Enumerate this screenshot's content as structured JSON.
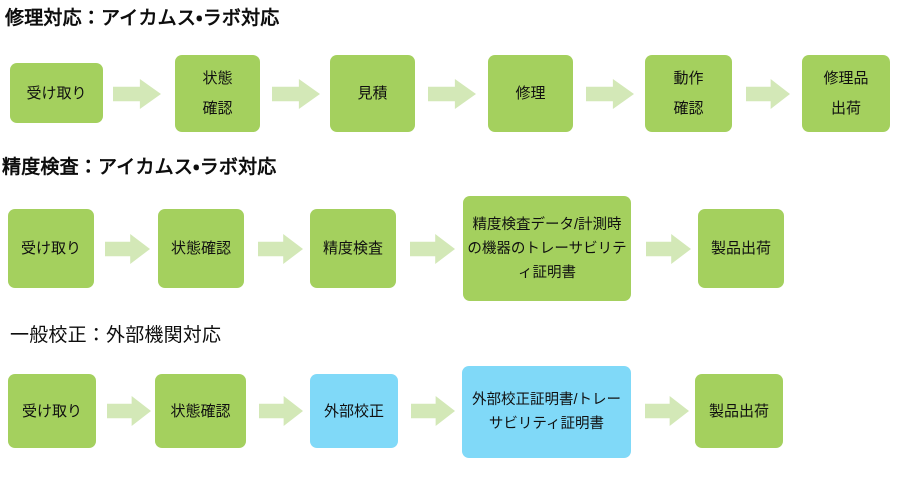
{
  "diagram": {
    "type": "process-flow",
    "colors": {
      "green_node": "#a4d05e",
      "blue_node": "#80d9f8",
      "arrow": "#d3e8b7",
      "text": "#101010",
      "background": "#ffffff"
    },
    "sections": [
      {
        "id": "repair",
        "title_head": "修理対応",
        "title_sep": "：",
        "title_tail": "アイカムス・ラボ対応",
        "title_full": "修理対応：アイカムス・ラボ対応",
        "steps": [
          {
            "label": "受け取り",
            "color": "green"
          },
          {
            "label": "状態\n確認",
            "color": "green"
          },
          {
            "label": "見積",
            "color": "green"
          },
          {
            "label": "修理",
            "color": "green"
          },
          {
            "label": "動作\n確認",
            "color": "green"
          },
          {
            "label": "修理品\n出荷",
            "color": "green"
          }
        ],
        "arrow_count": 5
      },
      {
        "id": "precision-inspection",
        "title_head": "精度検査",
        "title_sep": "：",
        "title_tail": "アイカムス・ラボ対応",
        "title_full": "精度検査：アイカムス・ラボ対応",
        "steps": [
          {
            "label": "受け取り",
            "color": "green"
          },
          {
            "label": "状態確認",
            "color": "green"
          },
          {
            "label": "精度検査",
            "color": "green"
          },
          {
            "label": "精度検査データ/計測時の機器のトレーサビリティ証明書",
            "color": "green"
          },
          {
            "label": "製品出荷",
            "color": "green"
          }
        ],
        "arrow_count": 4
      },
      {
        "id": "general-calibration",
        "title_head": "一般校正",
        "title_sep": "：",
        "title_tail": "外部機関対応",
        "title_full": "一般校正：外部機関対応",
        "steps": [
          {
            "label": "受け取り",
            "color": "green"
          },
          {
            "label": "状態確認",
            "color": "green"
          },
          {
            "label": "外部校正",
            "color": "blue"
          },
          {
            "label": "外部校正証明書/トレーサビリティ証明書",
            "color": "blue"
          },
          {
            "label": "製品出荷",
            "color": "green"
          }
        ],
        "arrow_count": 4
      }
    ]
  }
}
